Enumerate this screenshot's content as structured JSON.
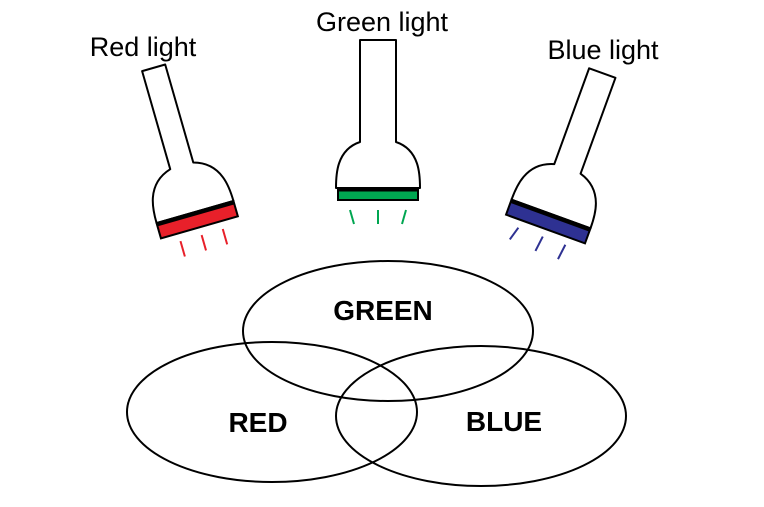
{
  "flashlights": {
    "red": {
      "label": "Red light",
      "color": "#e8202a"
    },
    "green": {
      "label": "Green light",
      "color": "#00a651"
    },
    "blue": {
      "label": "Blue light",
      "color": "#2e3192"
    }
  },
  "circles": {
    "green": "GREEN",
    "red": "RED",
    "blue": "BLUE"
  }
}
